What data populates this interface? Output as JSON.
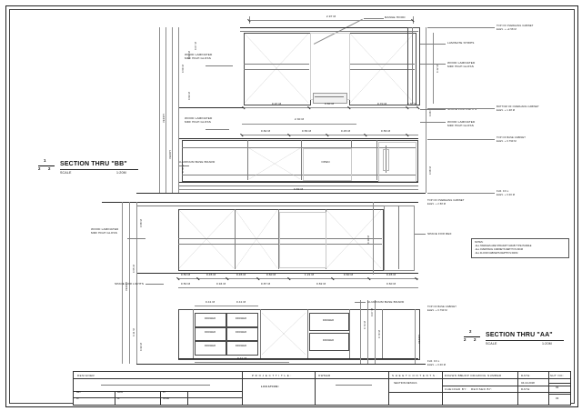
{
  "sheet": {
    "type": "architectural-shop-drawing",
    "discipline": "Kitchen cabinetry section details"
  },
  "notes_box": {
    "heading": "NOTES:",
    "lines": [
      "-ALL HANDLES ARE STRAIGHT GRAB TYPE HANDLE",
      "-ALL OVERHANG CABINETS DEPTH IS  30CM",
      "-ALL FLOOR CABINETS DEPTH IS  60CM"
    ]
  },
  "sections": {
    "bb": {
      "title": "SECTION THRU \"BB\"",
      "scale_label": "SCALE",
      "scale_value": "1:20M",
      "marker_top": "1",
      "marker_left": "2",
      "marker_right": "2"
    },
    "aa": {
      "title": "SECTION THRU \"AA\"",
      "scale_label": "SCALE",
      "scale_value": "1:20M",
      "marker_top": "2",
      "marker_left": "2",
      "marker_right": "2"
    }
  },
  "upper_drawing": {
    "name": "SECTION THRU BB",
    "callouts": [
      "RANGE HOOD",
      "LAMINATE STRIPS",
      "WOOD LAMINATED MDF HIGH GLOSS",
      "SPACE FOR LIGHTS",
      "ALUMINUM BASE BOARD",
      "OPEN"
    ],
    "labels": {
      "wood_lam_1": "WOOD LAMINATED\nMDF HIGH GLOSS",
      "wood_lam_2": "WOOD LAMINATED\nMDF HIGH GLOSS",
      "wood_lam_3": "WOOD LAMINATED\nMDF HIGH GLOSS",
      "wood_lam_4": "WOOD LAMINATED\nMDF HIGH GLOSS",
      "range_hood": "RANGE HOOD",
      "laminate_strips": "LAMINATE STRIPS",
      "space_for_lights": "SPACE FOR LIGHTS",
      "alum_base_board": "ALUMINUM BASE BOARD",
      "open": "OPEN"
    },
    "elevations": [
      {
        "text": "TOP OF OVERHANG CABINET",
        "value": "ELEV. + +2.58 M"
      },
      {
        "text": "BOTTOM OF OVERHANG CABINET",
        "value": "ELEV. + 1.38 M"
      },
      {
        "text": "TOP OF BASE CABINET",
        "value": "ELEV. + 0.790 M"
      },
      {
        "text": "FLR. F.F.L",
        "value": "ELEV. + 0.00 M"
      }
    ],
    "overall_dim": "2.97 M",
    "dim_row_top": [
      "0.97 M",
      "0.60 M",
      "0.70 M",
      "0.30 M"
    ],
    "dim_row_mid_total": "2.30 M",
    "dim_row_mid": [
      "0.82 M",
      "0.56 M",
      "0.45 M",
      "0.56 M"
    ],
    "dim_bottom": "3.69 M",
    "vertical_dims": [
      "0.07 M",
      "0.53 M",
      "0.94 M",
      "0.59 M",
      "0.79 M",
      "0.12 M",
      "0.08 M",
      "0.58 M",
      "0.50 M",
      "0.13 M"
    ],
    "verify_labels": [
      "VERIFY",
      "VERIFY"
    ]
  },
  "lower_drawing": {
    "name": "SECTION THRU AA",
    "labels": {
      "wood_lam_1": "WOOD LAMINATED\nMDF HIGH GLOSS",
      "space_for_lights": "SPACE FOR LIGHTS",
      "space_for_ref": "SPACE FOR REF",
      "alum_base_board": "ALUMINUM BASE BOARD",
      "drawer": "DRAWER"
    },
    "elevations": [
      {
        "text": "TOP OF OVERHANG CABINET",
        "value": "ELEV. + 2.58 M"
      },
      {
        "text": "BOTTOM OF OVERHANG CABINET",
        "value": "ELEV. + 1.38 M"
      },
      {
        "text": "TOP OF BASE CABINET",
        "value": "ELEV. + 0.790 M"
      },
      {
        "text": "FLR. F.F.L",
        "value": "ELEV. + 0.00 M"
      }
    ],
    "dim_row_upper": [
      "0.50 M",
      "0.45 M",
      "0.45 M",
      "0.60 M",
      "1.21 M",
      "0.60 M",
      "0.45 M"
    ],
    "dim_row_lower": [
      "0.50 M",
      "0.94 M",
      "0.87 M",
      "0.82 M",
      "0.60 M"
    ],
    "dim_drawers": [
      "0.41 M",
      "0.41 M",
      "0.41 M",
      "0.41 M"
    ],
    "dim_bottom": "0.41 M",
    "vertical_dims": [
      "0.58 M",
      "0.55 M",
      "0.11 M",
      "0.74 M",
      "0.07 M",
      "0.79 M",
      "0.13 M",
      "0.58 M",
      "0.34 M",
      "0.79 M"
    ],
    "verify_labels": [
      "VERIFY",
      "VERIFY"
    ],
    "drawer_count": 8
  },
  "title_block": {
    "designer": {
      "label": "DESIGNER",
      "value": ""
    },
    "project_title": {
      "label": "P R O J E C T   T I T L E :",
      "value": ""
    },
    "location": {
      "label": "LOCATION:",
      "value": ""
    },
    "owner": {
      "label": "OWNER",
      "value": ""
    },
    "sheet_contents": {
      "label": "S H E E T   C O N T E N T S :",
      "value": "SECTION DETAILS"
    },
    "drawn_by": {
      "label": "DRAWN BY:",
      "value": ""
    },
    "shop_drawing_number": {
      "label": "SHOP DRAWING NUMBER",
      "value": ""
    },
    "date1": {
      "label": "DATE:",
      "value": "04-10-2018"
    },
    "checked_by": {
      "label": "CHECKED BY:",
      "value": ""
    },
    "revised_by": {
      "label": "REVISED BY:",
      "value": ""
    },
    "date2": {
      "label": "DATE:",
      "value": ""
    },
    "sheet_no_label": "SHT NO:",
    "sheet_no_1": "02",
    "sheet_no_2": "03",
    "rev_cols": [
      "REV",
      "DATE",
      "BY"
    ],
    "rev_rows": [
      [
        "00",
        "",
        "ISSUE"
      ],
      [
        "01",
        "",
        "REV"
      ]
    ]
  },
  "colors": {
    "line": "#2b2b2b",
    "thin_line": "#7d7d7d",
    "dim_line": "#8d8d8d",
    "background": "#ffffff",
    "page_bg": "#bfbfbf"
  }
}
